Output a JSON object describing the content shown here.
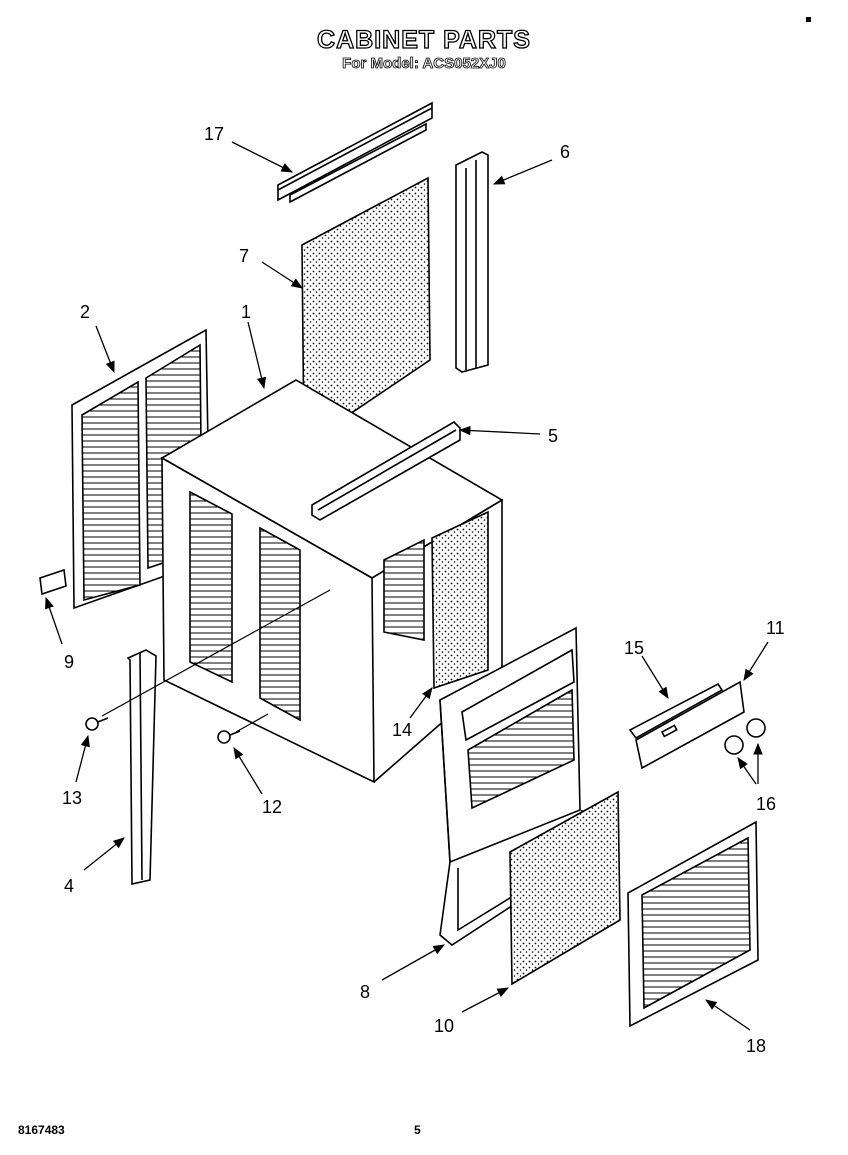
{
  "header": {
    "title": "CABINET PARTS",
    "subtitle": "For Model: ACS052XJ0"
  },
  "footer": {
    "doc_number": "8167483",
    "page_number": "5"
  },
  "callouts": {
    "c1": "1",
    "c2": "2",
    "c4": "4",
    "c5": "5",
    "c6": "6",
    "c7": "7",
    "c8": "8",
    "c9": "9",
    "c10": "10",
    "c11": "11",
    "c12": "12",
    "c13": "13",
    "c14": "14",
    "c15": "15",
    "c16": "16",
    "c17": "17",
    "c18": "18"
  }
}
